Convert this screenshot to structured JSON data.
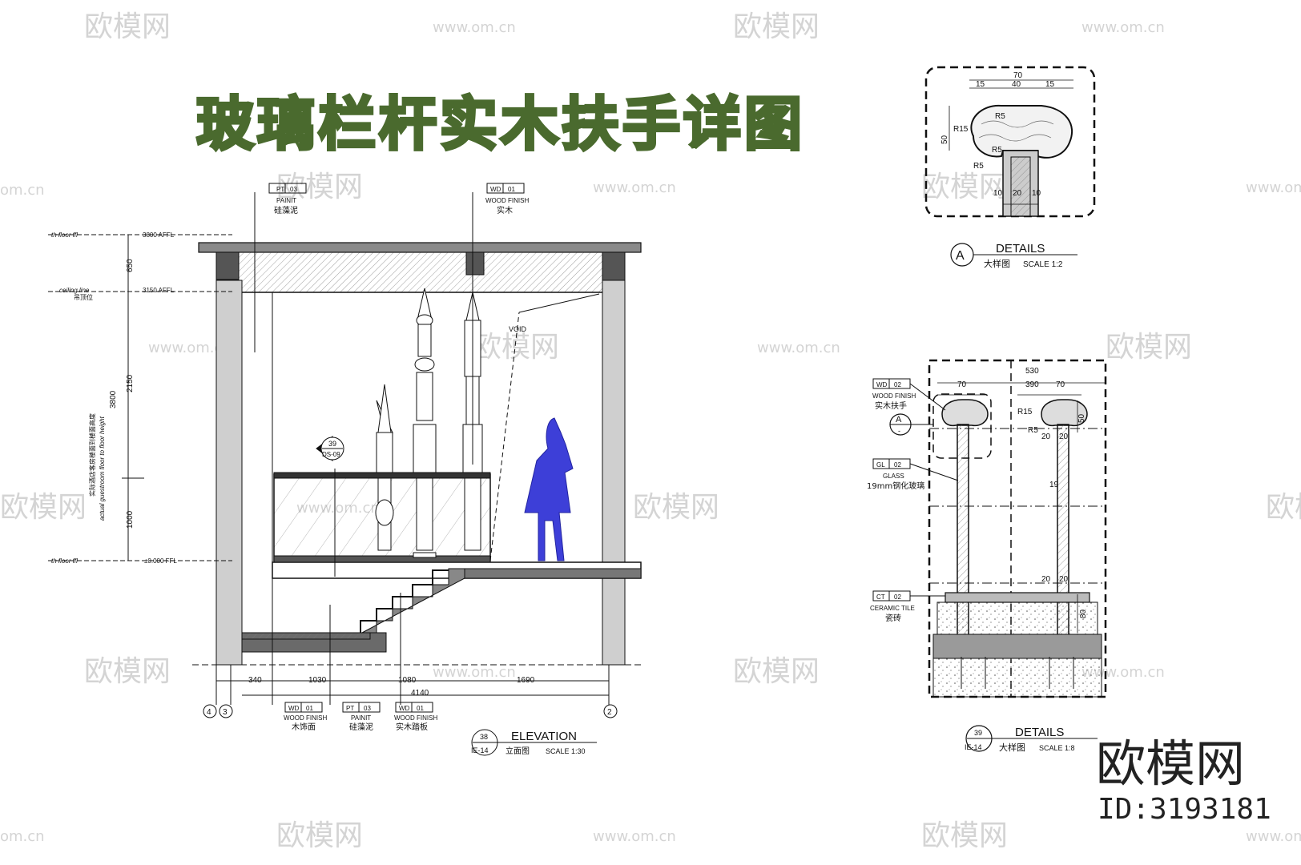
{
  "title": "玻璃栏杆实木扶手详图",
  "watermark": {
    "brand": "欧模网",
    "url": "www.om.cn",
    "domain_fragment": "om.cn"
  },
  "branding": {
    "name": "欧模网",
    "id": "ID:3193181"
  },
  "colors": {
    "title": "#4a6a2e",
    "line": "#111111",
    "wall_fill": "#cfcfcf",
    "figure": "#3d3fd8"
  },
  "elevation": {
    "heading": "ELEVATION",
    "heading_cn": "立面图",
    "scale": "SCALE 1:30",
    "bubble_num": "38",
    "bubble_ref": "IE-14",
    "void_label": "VOID",
    "levels": {
      "top": {
        "label": "th floor ffl",
        "value": "3800 AFFL"
      },
      "ceiling": {
        "label": "ceiling line",
        "label_cn": "吊顶位",
        "value": "3150 AFFL"
      },
      "floor": {
        "label": "th floor ffl",
        "value": "±0.000 FFL"
      }
    },
    "vertical_dims": [
      "650",
      "2150",
      "1000"
    ],
    "total_dim": "3800",
    "vertical_note_cn": "实际酒店客房楼面到楼面高度",
    "vertical_note_en": "actual guestroom floor to floor height",
    "horizontal_dims": [
      "340",
      "1030",
      "1080",
      "1690"
    ],
    "total_width": "4140",
    "grid_marks": [
      "4",
      "3",
      "2"
    ],
    "section_tag": {
      "num": "39",
      "ref": "DS-09"
    },
    "tags_top": [
      {
        "code": "PT",
        "num": "03",
        "en": "PAINIT",
        "cn": "硅藻泥"
      },
      {
        "code": "WD",
        "num": "01",
        "en": "WOOD FINISH",
        "cn": "实木"
      }
    ],
    "tags_bottom": [
      {
        "code": "WD",
        "num": "01",
        "en": "WOOD FINISH",
        "cn": "木饰面"
      },
      {
        "code": "PT",
        "num": "03",
        "en": "PAINIT",
        "cn": "硅藻泥"
      },
      {
        "code": "WD",
        "num": "01",
        "en": "WOOD FINISH",
        "cn": "实木踏板"
      }
    ]
  },
  "detail_a": {
    "heading": "DETAILS",
    "heading_cn": "大样图",
    "scale": "SCALE 1:2",
    "bubble": "A",
    "dims_top": [
      "70",
      "15",
      "40",
      "15"
    ],
    "dim_side": "50",
    "radii": [
      "R5",
      "R15",
      "R5",
      "R5"
    ],
    "dims_bottom": [
      "10",
      "20",
      "10"
    ]
  },
  "detail_39": {
    "heading": "DETAILS",
    "heading_cn": "大样图",
    "scale": "SCALE 1:8",
    "bubble_num": "39",
    "bubble_ref": "IE-14",
    "dims_top": [
      "530",
      "70",
      "390",
      "70"
    ],
    "dims_misc": [
      "R15",
      "50",
      "R5",
      "20",
      "20",
      "19",
      "20",
      "20",
      "80"
    ],
    "callout_bubble": "A",
    "callout_bubble_ref": "-",
    "tags": [
      {
        "code": "WD",
        "num": "02",
        "en": "WOOD FINISH",
        "cn": "实木扶手"
      },
      {
        "code": "GL",
        "num": "02",
        "en": "GLASS",
        "cn": "19mm钢化玻璃"
      },
      {
        "code": "CT",
        "num": "02",
        "en": "CERAMIC TILE",
        "cn": "瓷砖"
      }
    ]
  }
}
